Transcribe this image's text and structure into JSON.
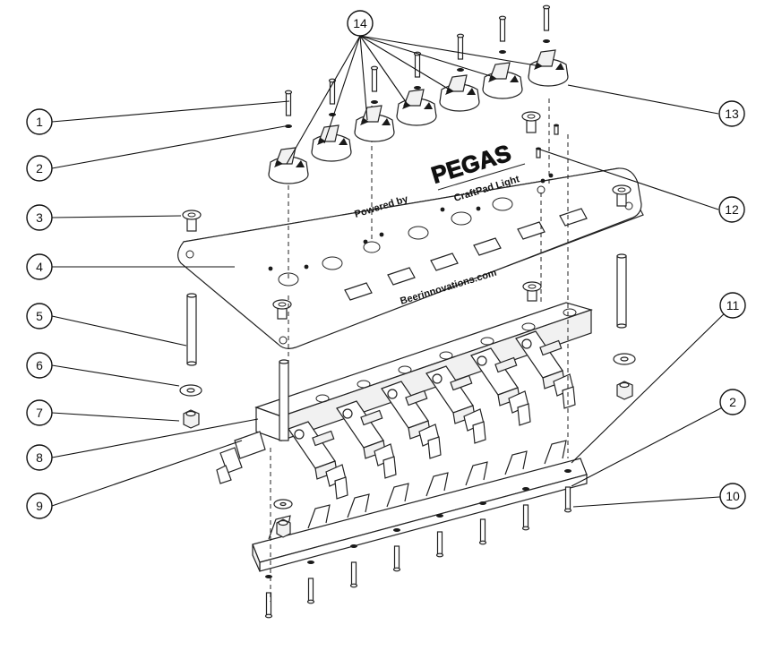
{
  "panel_text": {
    "powered_by": "Powered by",
    "brand": "PEGAS",
    "model": "CraftPad Light",
    "website": "Beerinnovations.com"
  },
  "callouts": [
    {
      "id": "c1",
      "label": "1"
    },
    {
      "id": "c2a",
      "label": "2"
    },
    {
      "id": "c3",
      "label": "3"
    },
    {
      "id": "c4",
      "label": "4"
    },
    {
      "id": "c5",
      "label": "5"
    },
    {
      "id": "c6",
      "label": "6"
    },
    {
      "id": "c7",
      "label": "7"
    },
    {
      "id": "c8",
      "label": "8"
    },
    {
      "id": "c9",
      "label": "9"
    },
    {
      "id": "c14",
      "label": "14"
    },
    {
      "id": "c13",
      "label": "13"
    },
    {
      "id": "c12",
      "label": "12"
    },
    {
      "id": "c11",
      "label": "11"
    },
    {
      "id": "c2b",
      "label": "2"
    },
    {
      "id": "c10",
      "label": "10"
    }
  ],
  "colors": {
    "line": "#222222",
    "background": "#ffffff"
  }
}
